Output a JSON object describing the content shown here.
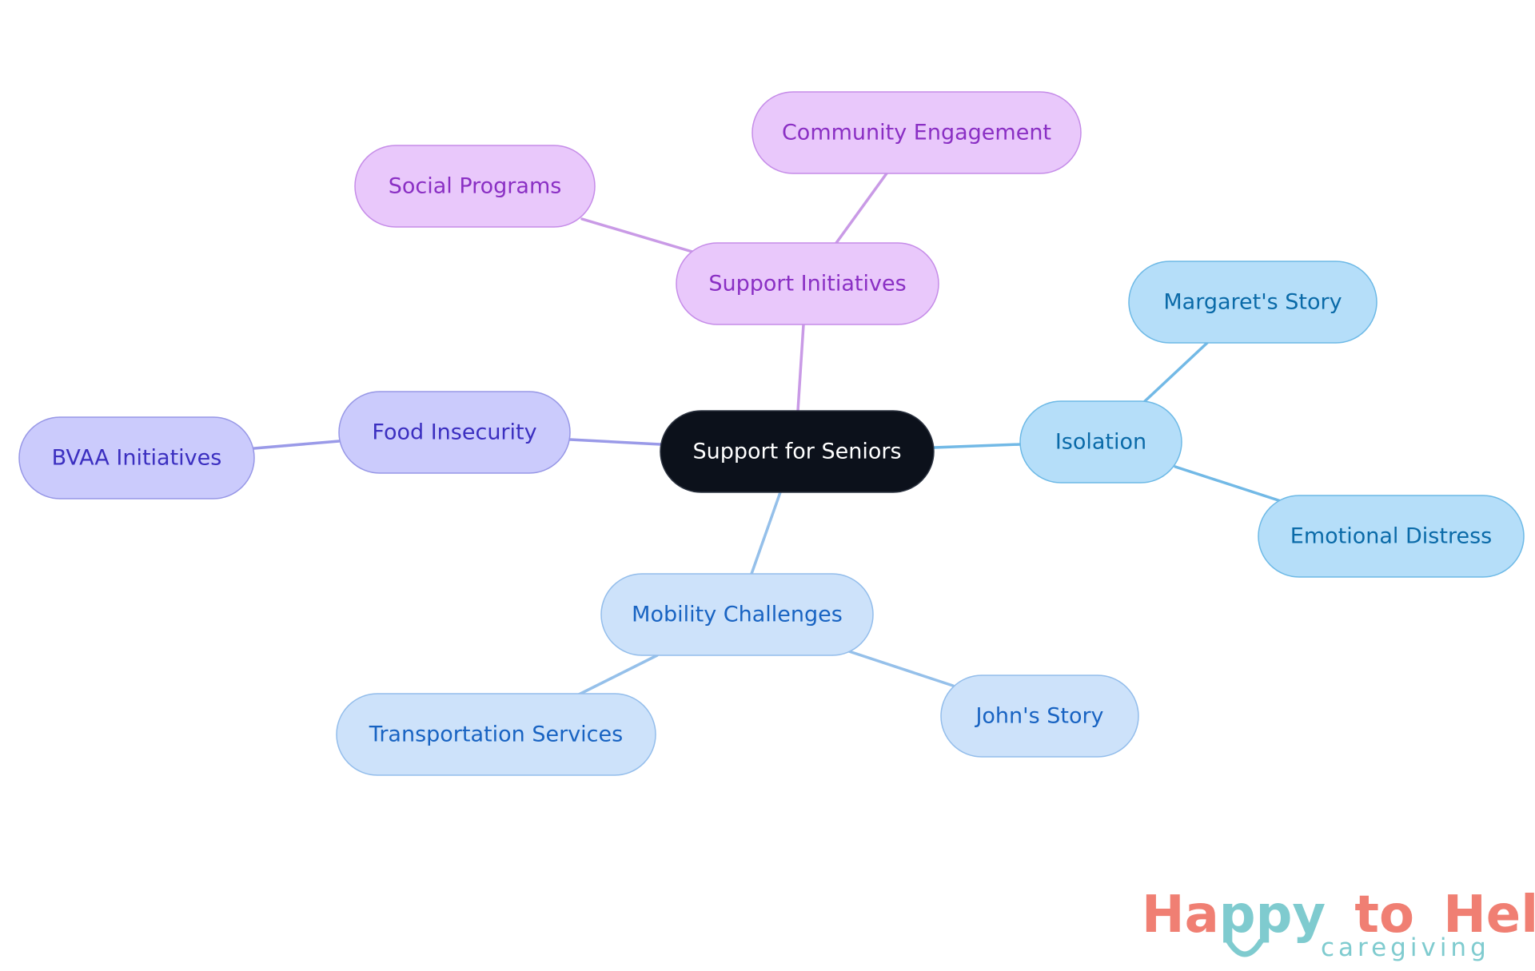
{
  "diagram": {
    "root": {
      "id": "root",
      "label": "Support for Seniors"
    },
    "branches": [
      {
        "id": "support-initiatives",
        "label": "Support Initiatives",
        "color": {
          "fill": "#e9c8fb",
          "stroke": "#c58ce8",
          "text": "#8a2fc4",
          "edge": "#c99ae6"
        },
        "children": [
          {
            "id": "social-programs",
            "label": "Social Programs"
          },
          {
            "id": "community-engagement",
            "label": "Community Engagement"
          }
        ]
      },
      {
        "id": "isolation",
        "label": "Isolation",
        "color": {
          "fill": "#b5def9",
          "stroke": "#6db9e6",
          "text": "#0a6aa8",
          "edge": "#72b9e6"
        },
        "children": [
          {
            "id": "margarets-story",
            "label": "Margaret's Story"
          },
          {
            "id": "emotional-distress",
            "label": "Emotional Distress"
          }
        ]
      },
      {
        "id": "mobility-challenges",
        "label": "Mobility Challenges",
        "color": {
          "fill": "#cde2fa",
          "stroke": "#93bdeb",
          "text": "#1863c2",
          "edge": "#95c0ea"
        },
        "children": [
          {
            "id": "johns-story",
            "label": "John's Story"
          },
          {
            "id": "transportation-services",
            "label": "Transportation Services"
          }
        ]
      },
      {
        "id": "food-insecurity",
        "label": "Food Insecurity",
        "color": {
          "fill": "#cbcbfc",
          "stroke": "#9797e6",
          "text": "#3b2fc0",
          "edge": "#9a9ae8"
        },
        "children": [
          {
            "id": "bvaa-initiatives",
            "label": "BVAA Initiatives"
          }
        ]
      }
    ],
    "root_color": {
      "fill": "#0c111b",
      "stroke": "#2c3340",
      "text": "#ffffff"
    }
  },
  "logo": {
    "word_happy": "Happy",
    "word_to": "to",
    "word_help": "Help",
    "subtitle": "caregiving",
    "main_color": "#f07f73",
    "accent_color": "#7fcbcf"
  }
}
